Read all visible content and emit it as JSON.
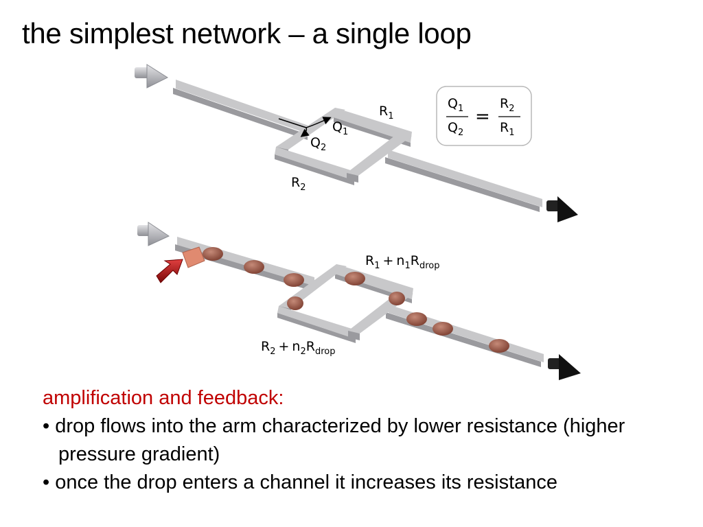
{
  "slide": {
    "title": "the simplest network – a single loop",
    "notes": {
      "heading": "amplification and feedback:",
      "bullets": [
        "• drop flows into the arm characterized by lower resistance (higher pressure gradient)",
        "• once the drop enters a channel it increases its resistance"
      ]
    }
  },
  "diagram_top": {
    "labels": {
      "q_var": "Q",
      "r_var": "R",
      "sub_1": "1",
      "sub_2": "2",
      "equals": "="
    }
  },
  "diagram_bottom": {
    "labels": {
      "r_var": "R",
      "n_var": "n",
      "sub_1": "1",
      "sub_2": "2",
      "plus": "+",
      "drop_sub": "drop"
    }
  },
  "colors": {
    "channel_top": "#c8c8ca",
    "channel_side": "#9a9a9e",
    "drop_fill": "#9c5a4a",
    "inlet_arrow": "#a9acb2",
    "outlet_arrow": "#111111",
    "injector_arrow": "#b01010",
    "injector_block": "#e08a70",
    "heading_red": "#c00000"
  }
}
